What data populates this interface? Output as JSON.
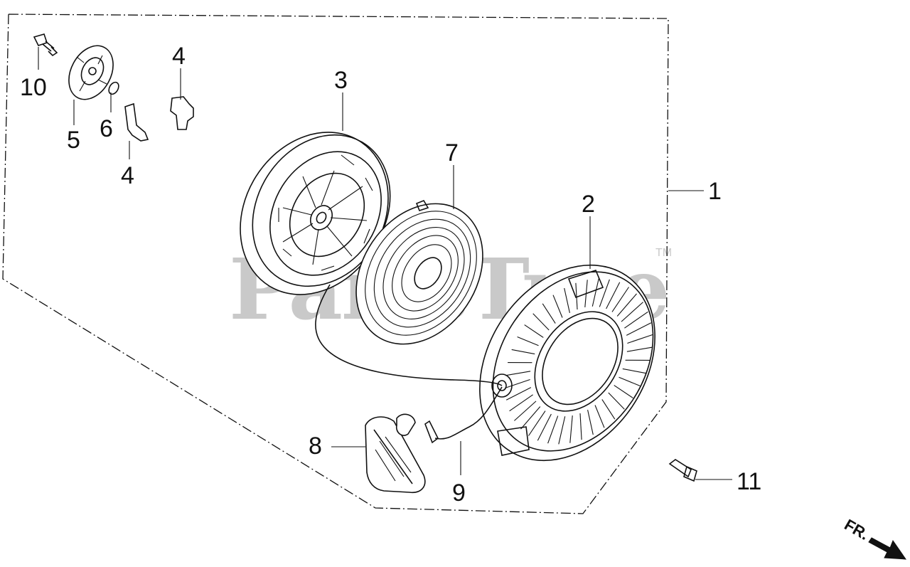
{
  "watermark": {
    "text": "PartsTree",
    "trademark": "TM"
  },
  "direction_marker": {
    "label": "FR.",
    "icon": "direction-arrow-icon"
  },
  "callouts": [
    {
      "id": "c1",
      "text": "1"
    },
    {
      "id": "c2",
      "text": "2"
    },
    {
      "id": "c3",
      "text": "3"
    },
    {
      "id": "c4a",
      "text": "4"
    },
    {
      "id": "c4b",
      "text": "4"
    },
    {
      "id": "c5",
      "text": "5"
    },
    {
      "id": "c6",
      "text": "6"
    },
    {
      "id": "c7",
      "text": "7"
    },
    {
      "id": "c8",
      "text": "8"
    },
    {
      "id": "c9",
      "text": "9"
    },
    {
      "id": "c10",
      "text": "10"
    },
    {
      "id": "c11",
      "text": "11"
    }
  ]
}
